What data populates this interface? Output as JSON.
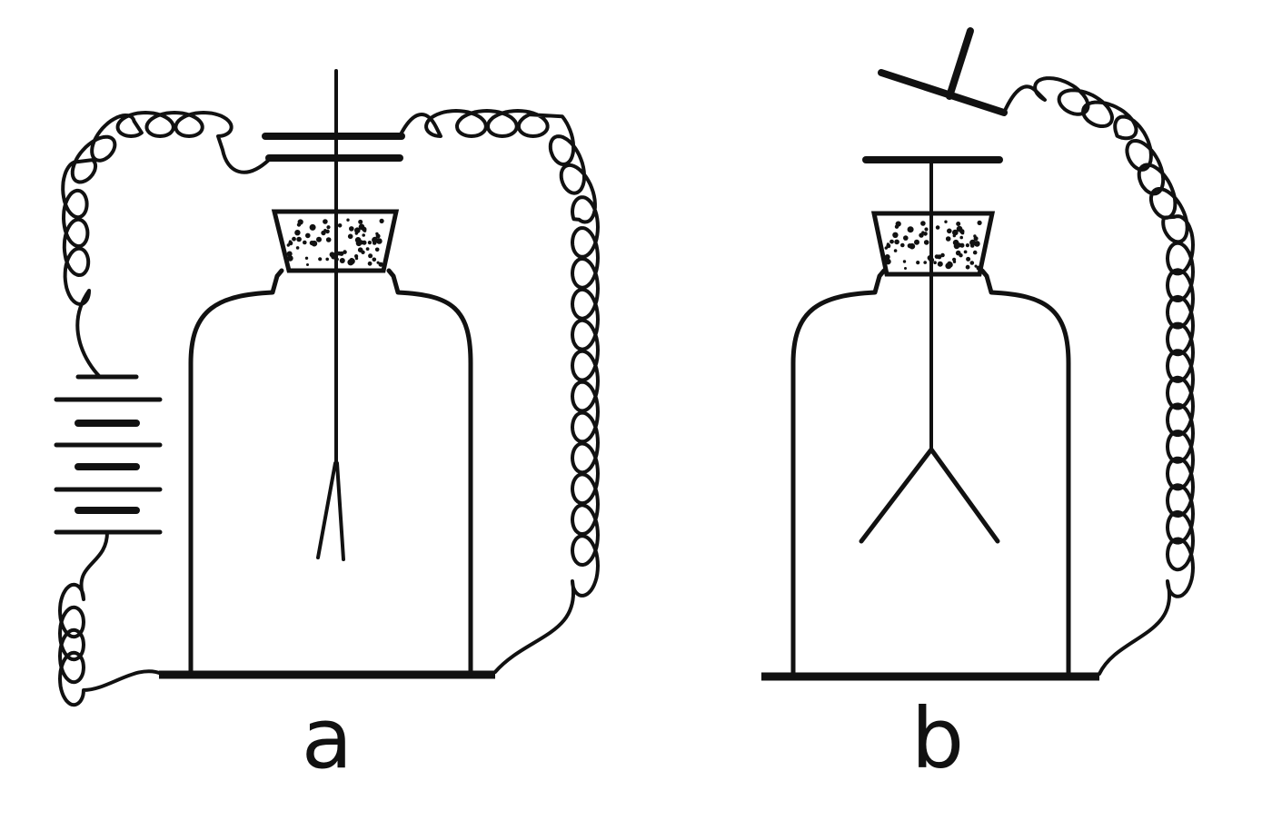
{
  "panels": [
    {
      "id": "a",
      "label": "a"
    },
    {
      "id": "b",
      "label": "b"
    }
  ],
  "colors": {
    "ink": "#111111",
    "background": "#ffffff"
  }
}
